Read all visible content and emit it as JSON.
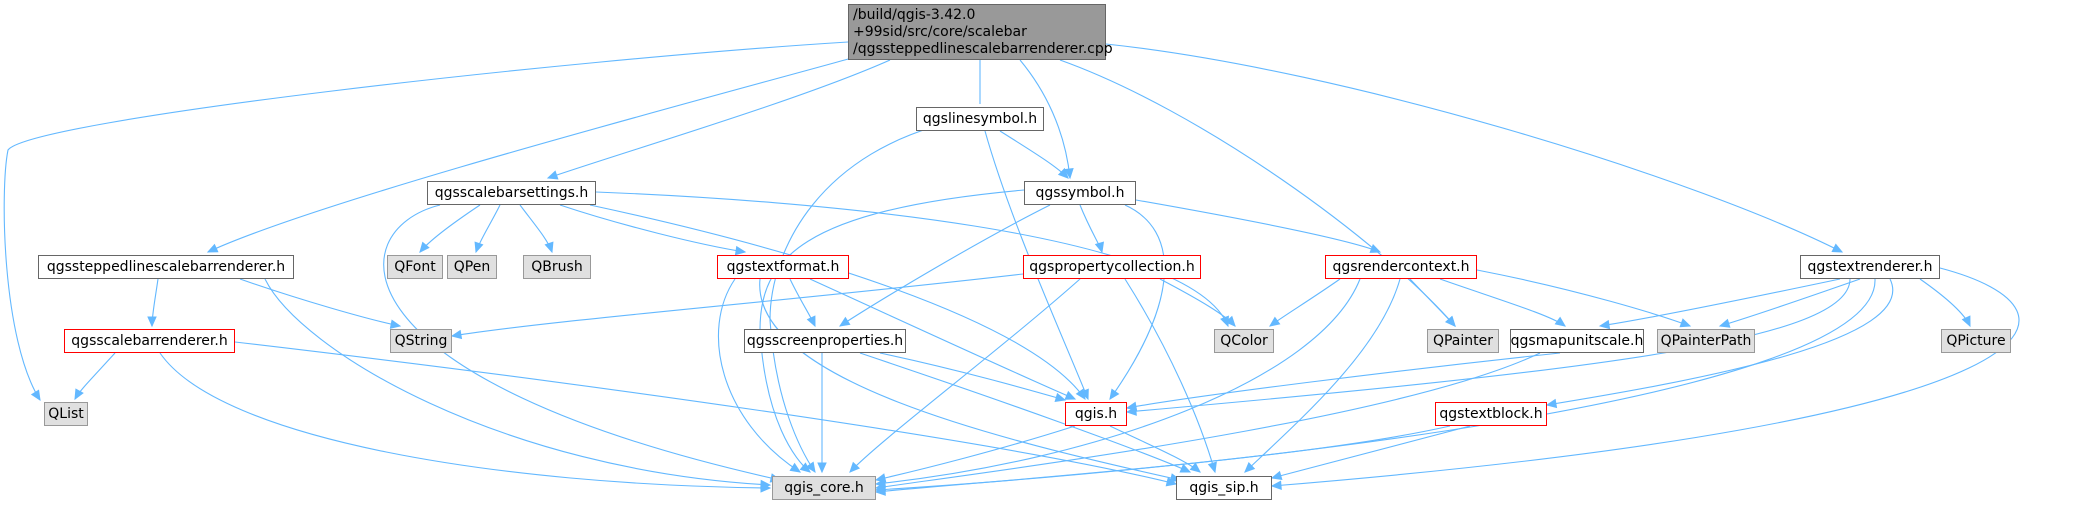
{
  "diagram": {
    "root": {
      "lines": [
        "/build/qgis-3.42.0",
        "+99sid/src/core/scalebar",
        "/qgssteppedlinescalebarrenderer.cpp"
      ]
    },
    "nodes": {
      "qgslinesymbol": "qgslinesymbol.h",
      "qgsscalebarsettings": "qgsscalebarsettings.h",
      "qgssymbol": "qgssymbol.h",
      "qgssteppedlinescalebarrenderer": "qgssteppedlinescalebarrenderer.h",
      "qfont": "QFont",
      "qpen": "QPen",
      "qbrush": "QBrush",
      "qgstextformat": "qgstextformat.h",
      "qgspropertycollection": "qgspropertycollection.h",
      "qgsrendercontext": "qgsrendercontext.h",
      "qgstextrenderer": "qgstextrenderer.h",
      "qgsscalebarrenderer": "qgsscalebarrenderer.h",
      "qstring": "QString",
      "qgsscreenproperties": "qgsscreenproperties.h",
      "qcolor": "QColor",
      "qpainter": "QPainter",
      "qgsmapunitscale": "qgsmapunitscale.h",
      "qpainterpath": "QPainterPath",
      "qpicture": "QPicture",
      "qlist": "QList",
      "qgis": "qgis.h",
      "qgstextblock": "qgstextblock.h",
      "qgis_core": "qgis_core.h",
      "qgis_sip": "qgis_sip.h"
    },
    "colors": {
      "edge": "#63b8ff",
      "root_fill": "#999999",
      "node_border": "#666666",
      "external_fill": "#e0e0e0",
      "truncated_border": "#ff0000"
    }
  }
}
